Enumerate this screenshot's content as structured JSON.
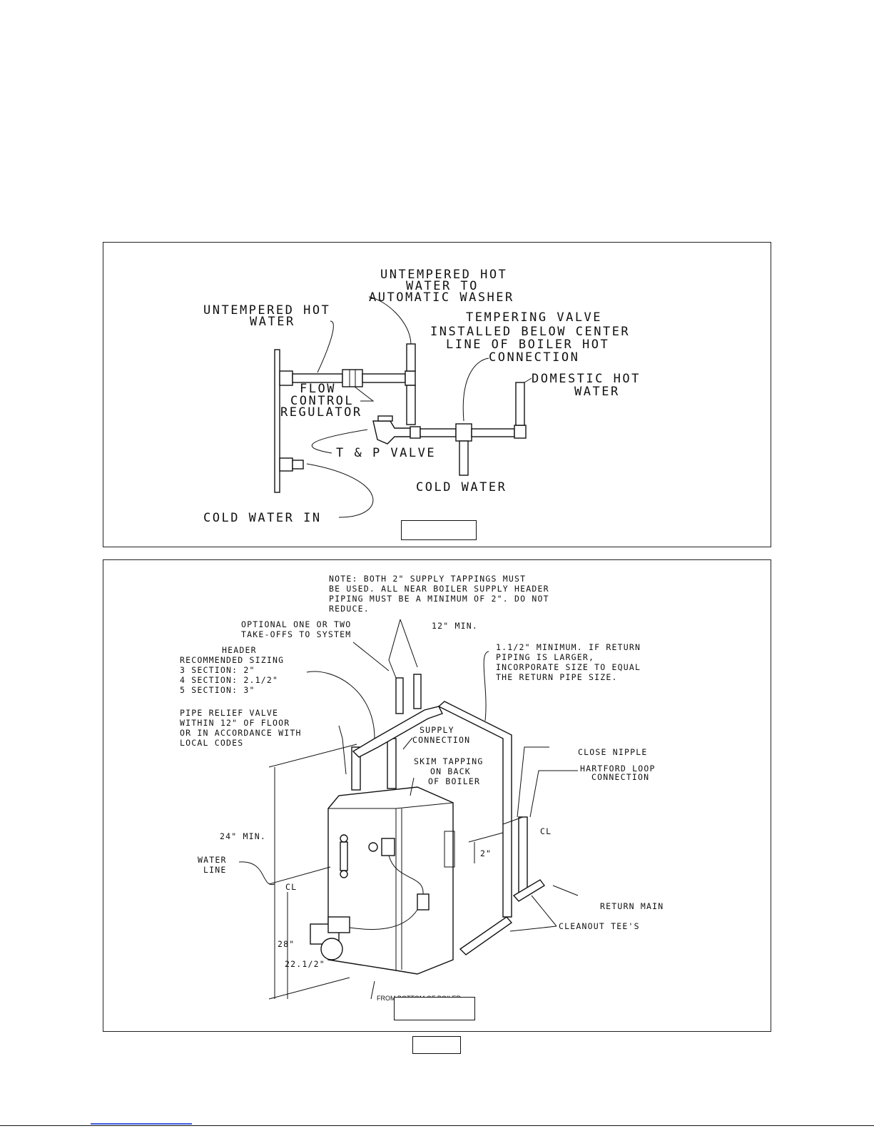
{
  "figure_top": {
    "labels": {
      "untempered_hot_water_to_washer": [
        "UNTEMPERED HOT",
        "WATER TO",
        "AUTOMATIC WASHER"
      ],
      "untempered_hot_water": [
        "UNTEMPERED HOT",
        "WATER"
      ],
      "tempering_valve": [
        "TEMPERING VALVE",
        "INSTALLED BELOW CENTER",
        "LINE OF BOILER HOT",
        "CONNECTION"
      ],
      "domestic_hot_water": [
        "DOMESTIC HOT",
        "WATER"
      ],
      "flow_control_regulator": [
        "FLOW",
        "CONTROL",
        "REGULATOR"
      ],
      "tp_valve": "T & P VALVE",
      "cold_water": "COLD WATER",
      "cold_water_in": "COLD WATER IN"
    }
  },
  "figure_bottom": {
    "note": [
      "NOTE: BOTH 2\" SUPPLY TAPPINGS MUST",
      "BE USED. ALL NEAR BOILER SUPPLY HEADER",
      "PIPING MUST BE A MINIMUM OF 2\". DO NOT",
      "REDUCE."
    ],
    "optional_takeoffs": [
      "OPTIONAL ONE OR TWO",
      "TAKE-OFFS TO SYSTEM"
    ],
    "twelve_min": "12\" MIN.",
    "return_piping": [
      "1.1/2\" MINIMUM. IF RETURN",
      "PIPING IS LARGER,",
      "INCORPORATE SIZE TO EQUAL",
      "THE RETURN PIPE SIZE."
    ],
    "header_sizing": [
      "HEADER",
      "RECOMMENDED SIZING",
      "3 SECTION:  2\"",
      "4 SECTION:  2.1/2\"",
      "5 SECTION:  3\""
    ],
    "pipe_relief": [
      "PIPE RELIEF VALVE",
      "WITHIN 12\" OF FLOOR",
      "OR IN ACCORDANCE WITH",
      "LOCAL CODES"
    ],
    "supply_connection": [
      "SUPPLY",
      "CONNECTION"
    ],
    "skim_tapping": [
      "SKIM TAPPING",
      "ON BACK",
      "OF BOILER"
    ],
    "close_nipple": "CLOSE NIPPLE",
    "hartford_loop": [
      "HARTFORD LOOP",
      "CONNECTION"
    ],
    "twenty_four_min": "24\" MIN.",
    "two_inch": "2\"",
    "water_line": [
      "WATER",
      "LINE"
    ],
    "return_main": "RETURN MAIN",
    "cleanout_tees": "CLEANOUT TEE'S",
    "twenty_eight": "28\"",
    "twenty_two_half": "22.1/2\"",
    "from_bottom": "FROM BOTTOM OF BOILER",
    "centerline_symbol": "CL"
  }
}
